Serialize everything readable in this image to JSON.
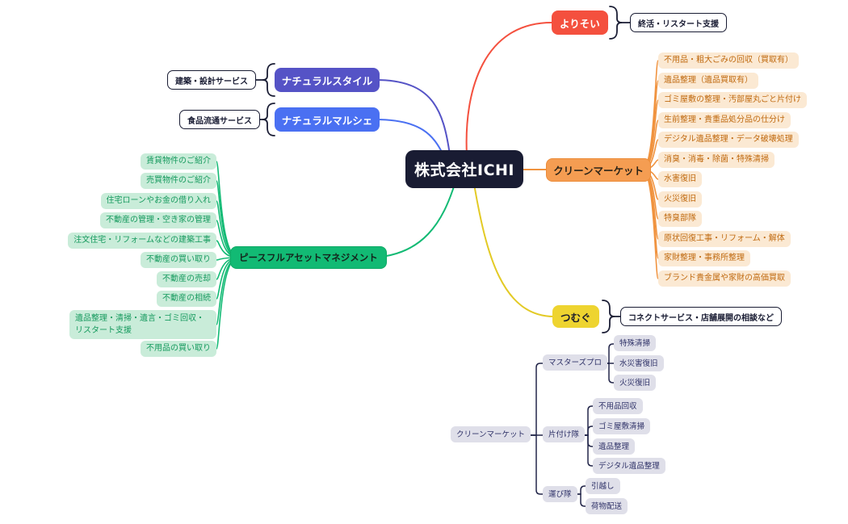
{
  "central": {
    "label": "株式会社ICHI"
  },
  "branches": {
    "yorisoi": {
      "label": "よりそい",
      "annotation": "終活・リスタート支援",
      "color": "#f4503e"
    },
    "natural_style": {
      "label": "ナチュラルスタイル",
      "annotation": "建築・設計サービス",
      "color": "#5553c6"
    },
    "natural_marche": {
      "label": "ナチュラルマルシェ",
      "annotation": "食品流通サービス",
      "color": "#4a70f2"
    },
    "clean_market": {
      "label": "クリーンマーケット",
      "color": "#f59d52",
      "items": [
        "不用品・粗大ごみの回収（買取有）",
        "遺品整理（遺品買取有）",
        "ゴミ屋敷の整理・汚部屋丸ごと片付け",
        "生前整理・貴重品処分品の仕分け",
        "デジタル遺品整理・データ破壊処理",
        "消臭・消毒・除菌・特殊清掃",
        "水害復旧",
        "火災復旧",
        "特臭部隊",
        "原状回復工事・リフォーム・解体",
        "家財整理・事務所整理",
        "ブランド貴金属や家財の高価買取"
      ]
    },
    "peaceful": {
      "label": "ピースフルアセットマネジメント",
      "color": "#12ba74",
      "items": [
        "賃貸物件のご紹介",
        "売買物件のご紹介",
        "住宅ローンやお金の借り入れ",
        "不動産の管理・空き家の管理",
        "注文住宅・リフォームなどの建築工事",
        "不動産の買い取り",
        "不動産の売却",
        "不動産の相続",
        "遺品整理・清掃・遺言・ゴミ回収・リスタート支援",
        "不用品の買い取り"
      ]
    },
    "tsumugu": {
      "label": "つむぐ",
      "annotation": "コネクトサービス・店舗展開の相談など",
      "color": "#eed430"
    }
  },
  "subtree": {
    "root": "クリーンマーケット",
    "groups": [
      {
        "label": "マスターズプロ",
        "items": [
          "特殊清掃",
          "水災害復旧",
          "火災復旧"
        ]
      },
      {
        "label": "片付け隊",
        "items": [
          "不用品回収",
          "ゴミ屋敷清掃",
          "遺品整理",
          "デジタル遺品整理"
        ]
      },
      {
        "label": "運び隊",
        "items": [
          "引越し",
          "荷物配送"
        ]
      }
    ]
  },
  "colors": {
    "ink": "#191c33",
    "tree_line": "#23264a"
  }
}
